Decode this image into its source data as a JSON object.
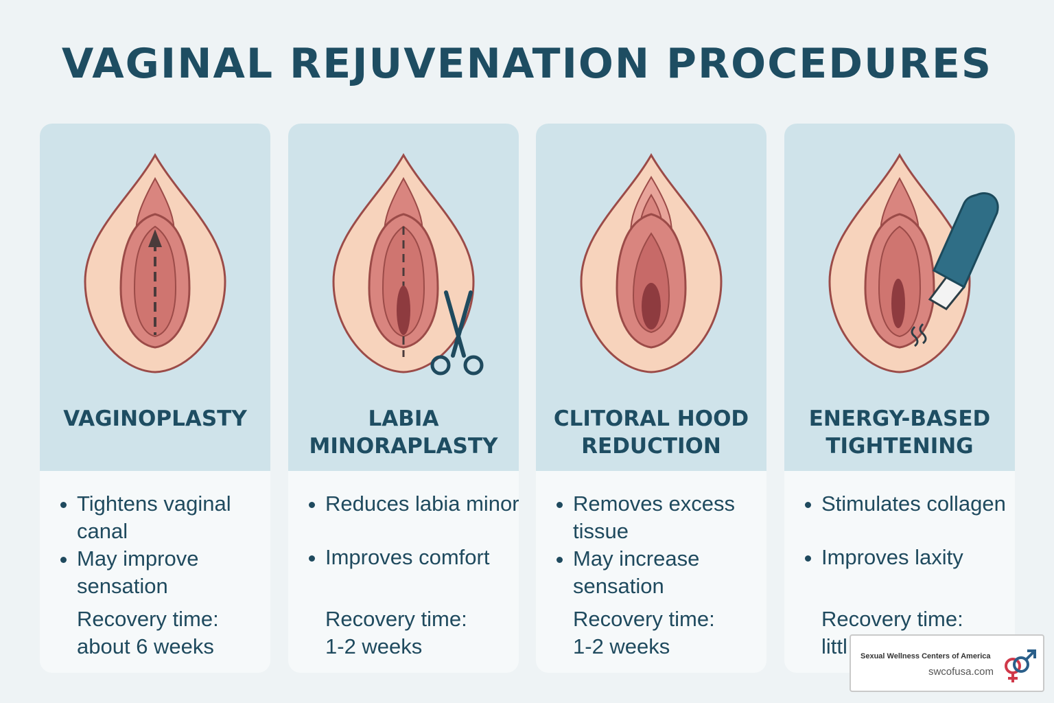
{
  "title": "VAGINAL REJUVENATION PROCEDURES",
  "cards": [
    {
      "name": [
        "VAGINOPLASTY"
      ],
      "bullets": [
        "Tightens vaginal\ncanal",
        "May improve\nsensation"
      ],
      "recovery": [
        "Recovery time:",
        "about 6 weeks"
      ],
      "icon": "upward-arrow-icon"
    },
    {
      "name": [
        "LABIA",
        "MINORAPLASTY"
      ],
      "bullets": [
        "Reduces labia minora",
        "Improves comfort"
      ],
      "recovery": [
        "Recovery time:",
        "1-2 weeks"
      ],
      "icon": "scissors-icon"
    },
    {
      "name": [
        "CLITORAL HOOD",
        "REDUCTION"
      ],
      "bullets": [
        "Removes excess\ntissue",
        "May increase\nsensation"
      ],
      "recovery": [
        "Recovery time:",
        "1-2 weeks"
      ],
      "icon": ""
    },
    {
      "name": [
        "ENERGY-BASED",
        "TIGHTENING"
      ],
      "bullets": [
        "Stimulates collagen",
        "Improves laxity"
      ],
      "recovery": [
        "Recovery time:",
        "littl"
      ],
      "icon": "energy-device-icon"
    }
  ],
  "badge": {
    "org": "Sexual Wellness Centers of America",
    "site": "swcofusa.com",
    "icon": "gender-symbols-icon"
  },
  "colors": {
    "title": "#1e4d62",
    "card_top": "#cfe3ea",
    "card_bottom": "#f6f9fa",
    "skin": "#f7d3bc",
    "tissue": "#d9857f",
    "outline": "#9b4b48",
    "device": "#2f6e86"
  }
}
